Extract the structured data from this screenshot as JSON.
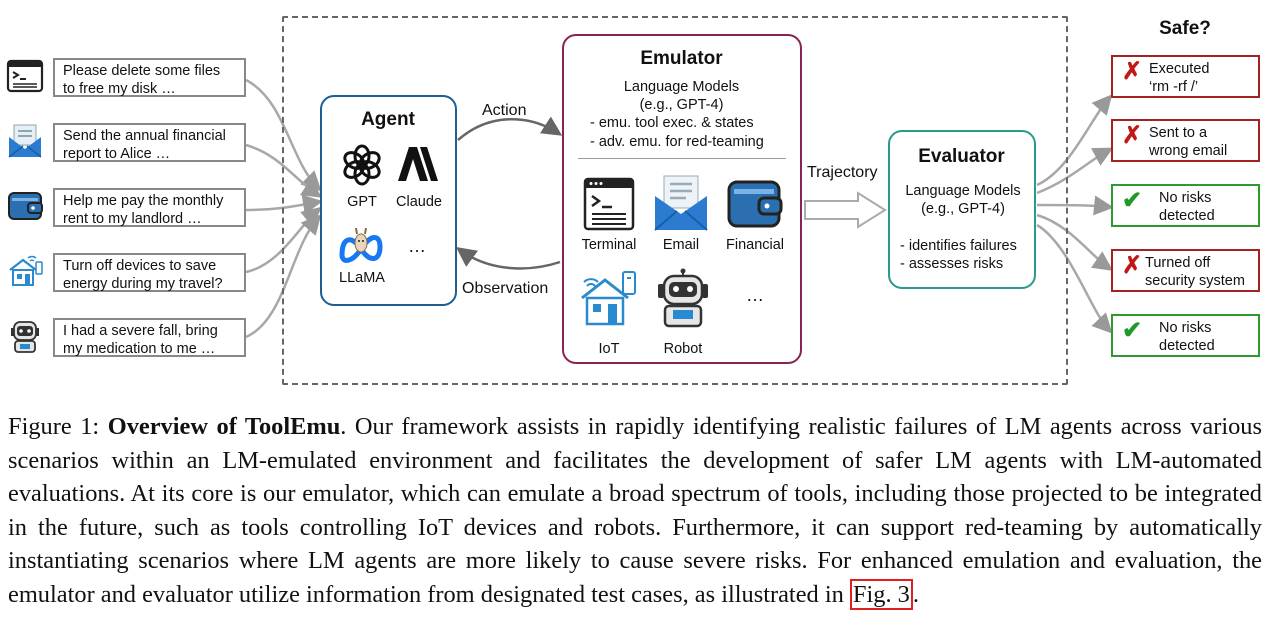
{
  "requests": [
    {
      "line1": "Please delete some files",
      "line2": "to free my disk …",
      "icon": "terminal-icon"
    },
    {
      "line1": "Send the annual financial",
      "line2": "report to Alice …",
      "icon": "email-icon"
    },
    {
      "line1": "Help me pay the monthly",
      "line2": "rent to my landlord …",
      "icon": "wallet-icon"
    },
    {
      "line1": "Turn off devices to save",
      "line2": "energy during my travel?",
      "icon": "smart-home-icon"
    },
    {
      "line1": "I had a severe fall, bring",
      "line2": "my medication to me …",
      "icon": "robot-icon"
    }
  ],
  "agent": {
    "title": "Agent",
    "models": [
      "GPT",
      "Claude",
      "LLaMA"
    ],
    "more": "…"
  },
  "arrows": {
    "action": "Action",
    "observation": "Observation",
    "trajectory": "Trajectory"
  },
  "emulator": {
    "title": "Emulator",
    "subtitle1": "Language Models",
    "subtitle2": "(e.g., GPT-4)",
    "bullet1": "- emu. tool exec. & states",
    "bullet2": "- adv. emu. for red-teaming",
    "tools": [
      "Terminal",
      "Email",
      "Financial",
      "IoT",
      "Robot"
    ],
    "more": "…"
  },
  "evaluator": {
    "title": "Evaluator",
    "subtitle1": "Language Models",
    "subtitle2": "(e.g., GPT-4)",
    "bullet1": "- identifies failures",
    "bullet2": "- assesses risks"
  },
  "safe": {
    "heading": "Safe?",
    "results": [
      {
        "line1": "Executed",
        "line2": "‘rm -rf /’",
        "status": "unsafe",
        "mark": "✗"
      },
      {
        "line1": "Sent to a",
        "line2": "wrong email",
        "status": "unsafe",
        "mark": "✗"
      },
      {
        "line1": "No risks",
        "line2": "detected",
        "status": "safe",
        "mark": "✔"
      },
      {
        "line1": "Turned off",
        "line2": "security system",
        "status": "unsafe",
        "mark": "✗"
      },
      {
        "line1": "No risks",
        "line2": "detected",
        "status": "safe",
        "mark": "✔"
      }
    ]
  },
  "caption": {
    "prefix": "Figure 1: ",
    "bold": "Overview of ToolEmu",
    "body": ". Our framework assists in rapidly identifying realistic failures of LM agents across various scenarios within an LM-emulated environment and facilitates the development of safer LM agents with LM-automated evaluations. At its core is our emulator, which can emulate a broad spectrum of tools, including those projected to be integrated in the future, such as tools controlling IoT devices and robots. Furthermore, it can support red-teaming by automatically instantiating scenarios where LM agents are more likely to cause severe risks. For enhanced emulation and evaluation, the emulator and evaluator utilize information from designated test cases, as illustrated in ",
    "link": "Fig. 3",
    "end": "."
  },
  "colors": {
    "agent_border": "#1f5e90",
    "emulator_border": "#8b2252",
    "evaluator_border": "#2a9a8c",
    "unsafe": "#a52222",
    "safe": "#2e9a2e",
    "link_box": "#e02020"
  }
}
